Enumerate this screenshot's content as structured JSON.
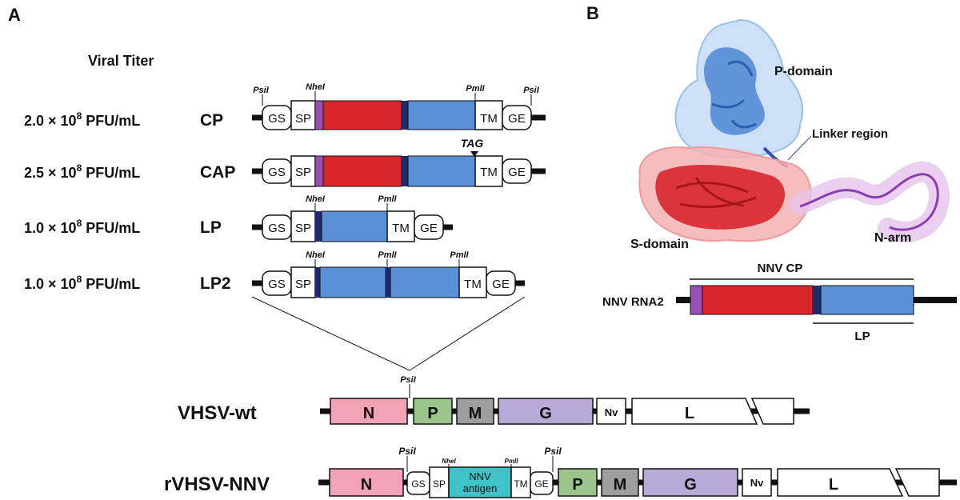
{
  "panels": {
    "a_label": "A",
    "b_label": "B"
  },
  "titer": {
    "header": "Viral Titer",
    "unit": "PFU/mL",
    "rows": [
      {
        "mantissa": "2.0",
        "exp": "8",
        "name": "CP"
      },
      {
        "mantissa": "2.5",
        "exp": "8",
        "name": "CAP"
      },
      {
        "mantissa": "1.0",
        "exp": "8",
        "name": "LP"
      },
      {
        "mantissa": "1.0",
        "exp": "8",
        "name": "LP2"
      }
    ]
  },
  "construct_labels": {
    "gs": "GS",
    "sp": "SP",
    "tm": "TM",
    "ge": "GE",
    "psil": "PsiI",
    "nhel": "NheI",
    "pmll": "PmlI",
    "tag": "TAG"
  },
  "genome": {
    "wt_label": "VHSV-wt",
    "recombinant_label": "rVHSV-NNV",
    "genes": {
      "n": "N",
      "p": "P",
      "m": "M",
      "g": "G",
      "nv": "Nv",
      "l": "L"
    },
    "antigen_line1": "NNV",
    "antigen_line2": "antigen"
  },
  "structure": {
    "p_domain": "P-domain",
    "linker": "Linker region",
    "s_domain": "S-domain",
    "n_arm": "N-arm"
  },
  "rna2": {
    "label": "NNV RNA2",
    "cp_label": "NNV CP",
    "lp_label": "LP"
  },
  "colors": {
    "purple": "#9b4fb5",
    "red": "#d8262c",
    "navy": "#1d2a6b",
    "blue": "#5b8fd6",
    "pink": "#f4a3b6",
    "green": "#9bc48a",
    "gray": "#9e9e9e",
    "lavender": "#b9a9d6",
    "cyan": "#3fc3c9",
    "p_domain_text": "#6a9fdc",
    "linker_text": "#2f4fb5",
    "s_domain_text": "#d8262c",
    "n_arm_text": "#8b3fb0"
  }
}
